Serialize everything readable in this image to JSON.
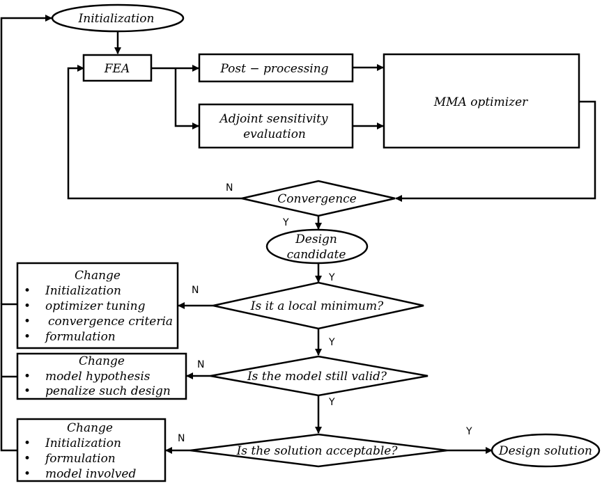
{
  "nodes": {
    "initialization": "Initialization",
    "fea": "FEA",
    "post_processing": "Post − processing",
    "adjoint_line1": "Adjoint sensitivity",
    "adjoint_line2": "evaluation",
    "mma_optimizer": "MMA optimizer",
    "convergence": "Convergence",
    "design_candidate_line1": "Design",
    "design_candidate_line2": "candidate",
    "local_minimum_question": "Is it a local minimum?",
    "model_valid_question": "Is the model still valid?",
    "solution_acceptable_question": "Is the solution acceptable?",
    "design_solution": "Design solution"
  },
  "change_boxes": [
    {
      "title": "Change",
      "items": [
        "Initialization",
        "optimizer tuning",
        "convergence criteria",
        "formulation"
      ]
    },
    {
      "title": "Change",
      "items": [
        "model hypothesis",
        "penalize such design"
      ]
    },
    {
      "title": "Change",
      "items": [
        "Initialization",
        "formulation",
        "model involved"
      ]
    }
  ],
  "bullet": "•",
  "edge_labels": {
    "yes": "Y",
    "no": "N"
  }
}
